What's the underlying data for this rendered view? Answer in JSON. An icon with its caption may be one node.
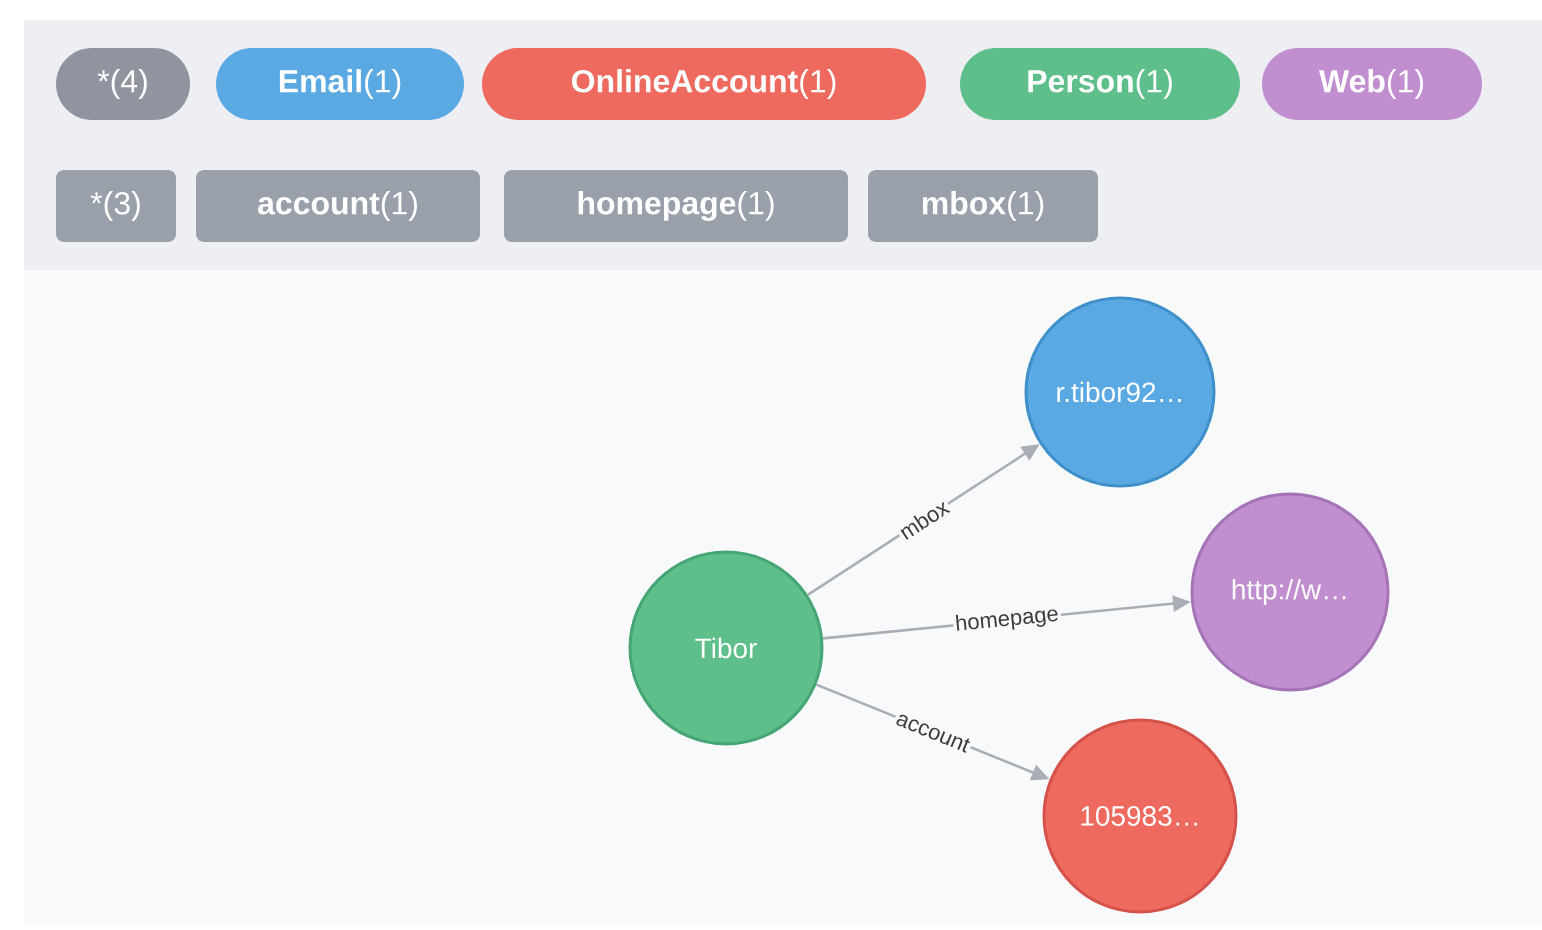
{
  "diagram": {
    "nodes": [
      {
        "text": [
          "*(4)"
        ]
      },
      {
        "text": [
          "**Email**(1)"
        ]
      },
      {
        "text": [
          "**OnlineAccount**(1)"
        ]
      },
      {
        "text": [
          "**Person**(1)"
        ]
      },
      {
        "text": [
          "**Web**(1)"
        ]
      },
      {
        "text": [
          "*(3)"
        ]
      },
      {
        "text": [
          "**account**(1)"
        ]
      },
      {
        "text": [
          "**homepage**(1)"
        ]
      },
      {
        "text": [
          "**mbox**(1)"
        ]
      },
      {
        "text": [
          "r.tibor92…"
        ]
      },
      {
        "text": [
          "Tibor"
        ]
      },
      {
        "text": [
          "http://w…"
        ]
      },
      {
        "text": [
          "105983…"
        ]
      }
    ],
    "edges": [
      {
        "from": 10,
        "to": 9,
        "arrow": "to",
        "label": "mbox"
      },
      {
        "from": 10,
        "to": 11,
        "arrow": "to",
        "label": "homepage"
      },
      {
        "from": 10,
        "to": 12,
        "arrow": "to",
        "label": "account"
      }
    ]
  }
}
